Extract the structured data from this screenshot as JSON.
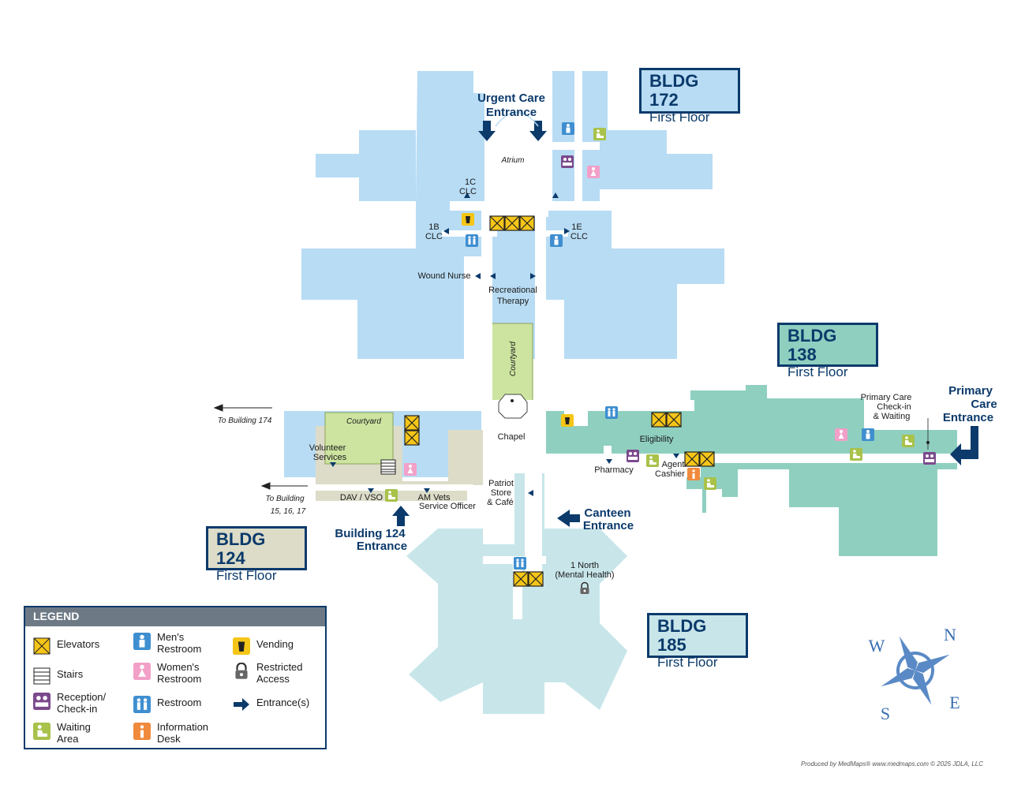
{
  "buildings": {
    "b172": {
      "title": "BLDG 172",
      "floor": "First Floor",
      "fill": "#b8dcf4"
    },
    "b138": {
      "title": "BLDG 138",
      "floor": "First Floor",
      "fill": "#8fcfc0"
    },
    "b124": {
      "title": "BLDG 124",
      "floor": "First Floor",
      "fill": "#dcdcc8"
    },
    "b185": {
      "title": "BLDG 185",
      "floor": "First Floor",
      "fill": "#c8e6ea"
    }
  },
  "entrances": {
    "urgent_care": [
      "Urgent Care",
      "Entrance"
    ],
    "primary_care": [
      "Primary",
      "Care",
      "Entrance"
    ],
    "canteen": [
      "Canteen",
      "Entrance"
    ],
    "building124": [
      "Building 124",
      "Entrance"
    ]
  },
  "labels": {
    "atrium": "Atrium",
    "clc_1c": [
      "1C",
      "CLC"
    ],
    "clc_1b": [
      "1B",
      "CLC"
    ],
    "clc_1e": [
      "1E",
      "CLC"
    ],
    "wound_nurse": "Wound Nurse",
    "recreational_therapy": [
      "Recreational",
      "Therapy"
    ],
    "courtyard_vertical": "Courtyard",
    "courtyard_124": "Courtyard",
    "chapel": "Chapel",
    "volunteer_services": [
      "Volunteer",
      "Services"
    ],
    "dav_vso": "DAV / VSO",
    "amvets": [
      "AM Vets",
      "Service Officer"
    ],
    "patriot_store": [
      "Patriot",
      "Store",
      "& Café"
    ],
    "eligibility": "Eligibility",
    "pharmacy": "Pharmacy",
    "agent_cashier": [
      "Agent",
      "Cashier"
    ],
    "primary_care_checkin": [
      "Primary Care",
      "Check-in",
      "& Waiting"
    ],
    "north1": [
      "1 North",
      "(Mental Health)"
    ],
    "to_building_174": "To Building 174",
    "to_building_15": [
      "To Building",
      "15, 16, 17"
    ]
  },
  "legend": {
    "title": "LEGEND",
    "items": {
      "elevators": "Elevators",
      "stairs": "Stairs",
      "reception": [
        "Reception/",
        "Check-in"
      ],
      "waiting": [
        "Waiting",
        "Area"
      ],
      "mens": [
        "Men's",
        "Restroom"
      ],
      "womens": [
        "Women's",
        "Restroom"
      ],
      "restroom": "Restroom",
      "info": [
        "Information",
        "Desk"
      ],
      "vending": "Vending",
      "restricted": [
        "Restricted",
        "Access"
      ],
      "entrance": "Entrance(s)"
    }
  },
  "compass": {
    "n": "N",
    "e": "E",
    "s": "S",
    "w": "W"
  },
  "credit": "Produced by MedMaps® www.medmaps.com © 2025 JDLA, LLC",
  "colors": {
    "navy": "#0b3a6b",
    "elevator": "#f5c518",
    "mens": "#3f8fd0",
    "womens": "#f2a0c8",
    "reception": "#7b4a8c",
    "waiting": "#a8c24a",
    "info": "#f08a3c",
    "vending": "#f5c518",
    "corridor": "#ffffff"
  }
}
